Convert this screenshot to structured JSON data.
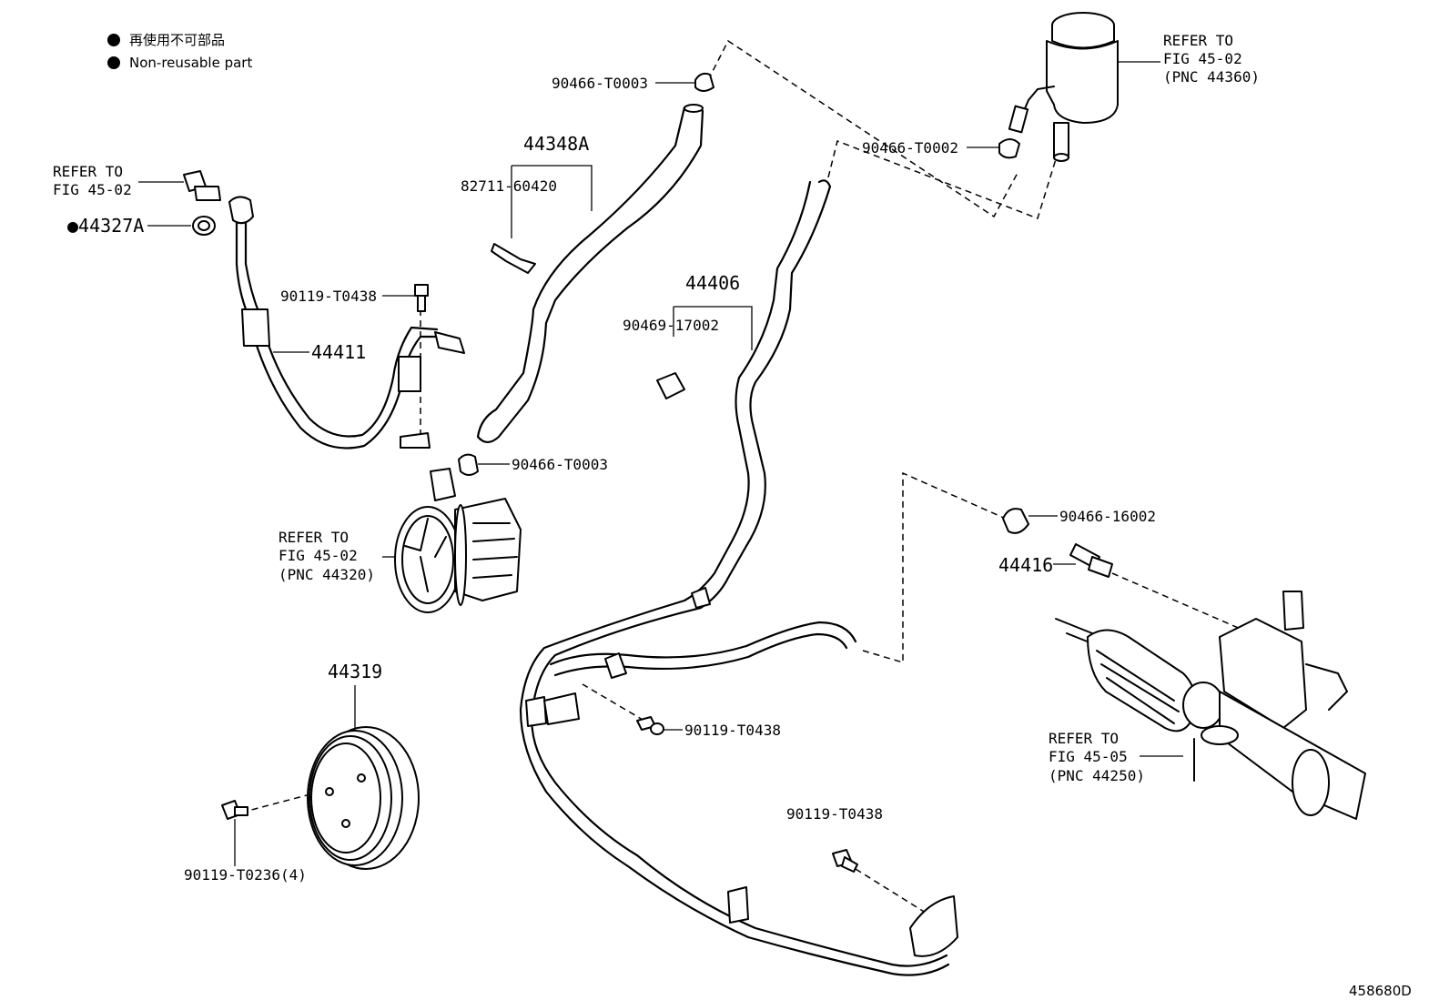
{
  "legend": {
    "items": [
      {
        "symbol": "●",
        "text": "再使用不可部品"
      },
      {
        "symbol": "●",
        "text": "Non-reusable part"
      }
    ]
  },
  "callouts": {
    "refer_reservoir": [
      "REFER TO",
      "FIG 45-02",
      "(PNC 44360)"
    ],
    "refer_bolt": [
      "REFER TO",
      "FIG 45-02"
    ],
    "refer_pump": [
      "REFER TO",
      "FIG 45-02",
      "(PNC 44320)"
    ],
    "refer_rack": [
      "REFER TO",
      "FIG 45-05",
      "(PNC 44250)"
    ]
  },
  "part_labels": {
    "clamp_top": "90466-T0003",
    "clamp_reservoir": "90466-T0002",
    "hose_return_asm": "44348A",
    "protector": "82711-60420",
    "gasket": "●44327A",
    "bolt_bracket": "90119-T0438",
    "pressure_hose": "44411",
    "return_tube": "44406",
    "clip": "90469-17002",
    "clamp_pump": "90466-T0003",
    "clamp_rack": "90466-16002",
    "union": "44416",
    "bolt_mid": "90119-T0438",
    "pulley": "44319",
    "bolt_lower": "90119-T0438",
    "pulley_bolt": "90119-T0236(4)"
  },
  "footer": {
    "diagram_id": "458680D"
  }
}
